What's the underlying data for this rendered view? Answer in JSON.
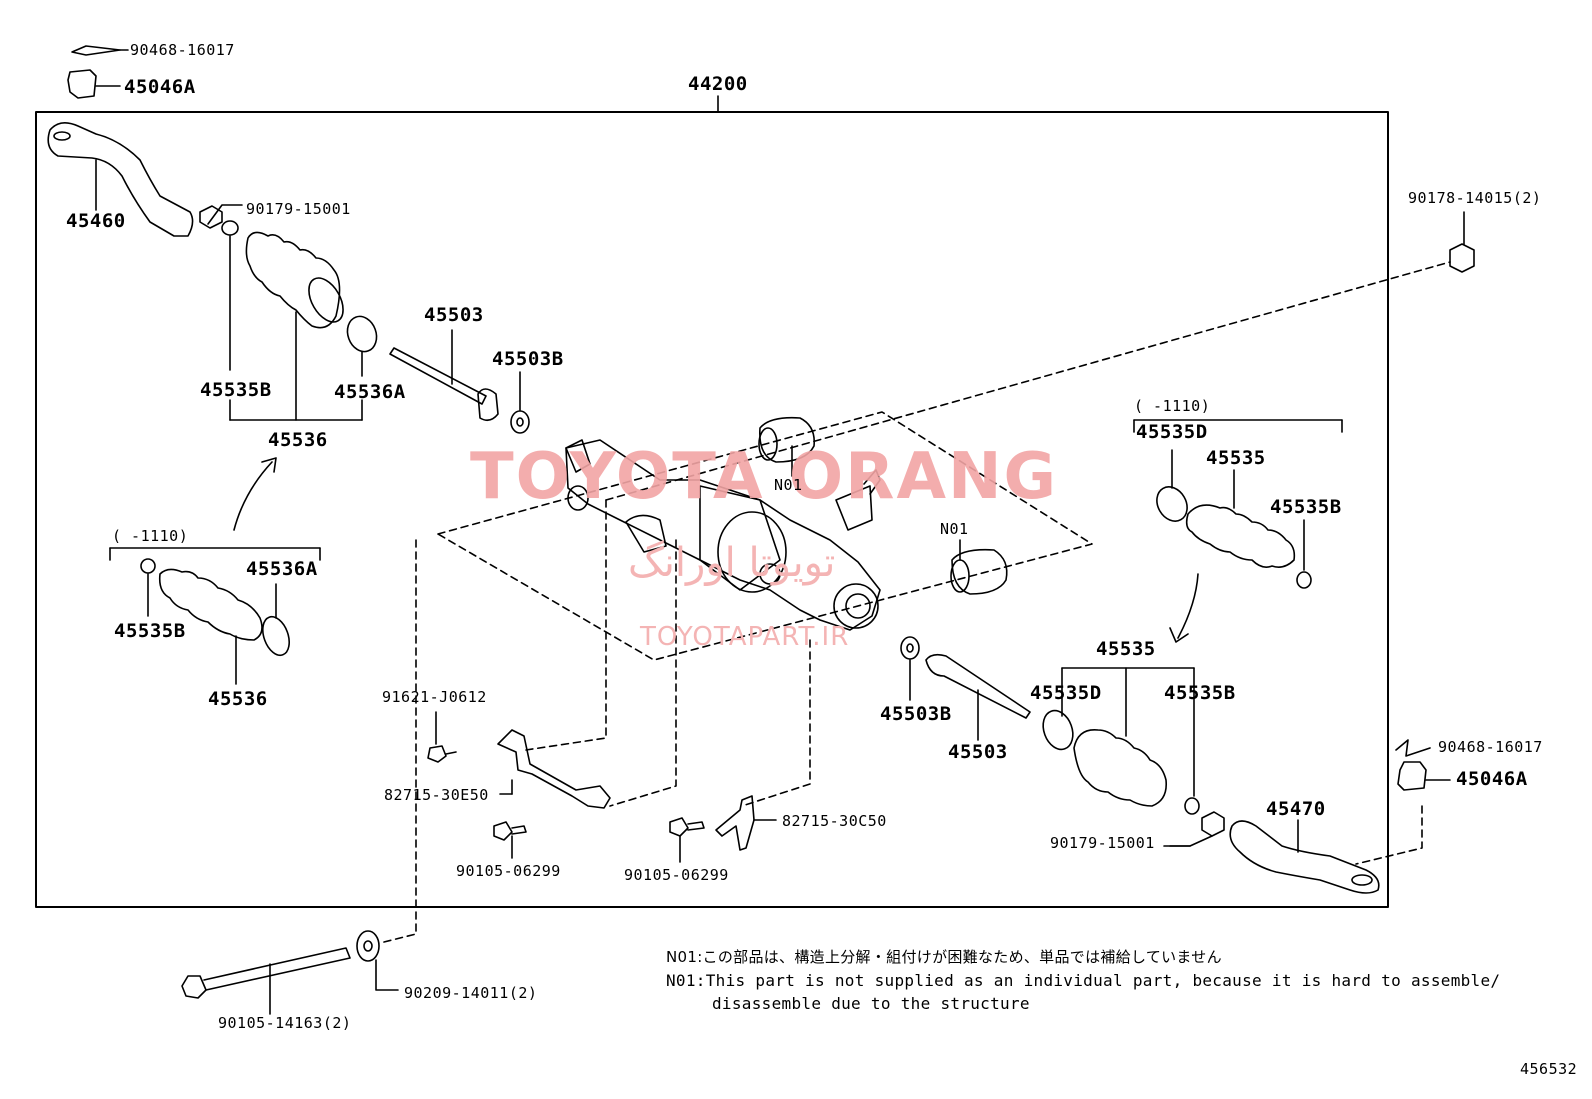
{
  "diagram_id": "456532",
  "assembly_label": "44200",
  "watermark": {
    "brand": "TOYOTA ORANG",
    "persian": "تویوتا اورانگ",
    "url": "TOYOTAPART.IR"
  },
  "ranges": {
    "left_range": "(      -1110)",
    "right_range": "(      -1110)"
  },
  "parts": {
    "p90468_top": "90468-16017",
    "p45046A_top": "45046A",
    "p45460": "45460",
    "p90179_top": "90179-15001",
    "p45535B_l1": "45535B",
    "p45536A_l1": "45536A",
    "p45536_l1": "45536",
    "p45503_l": "45503",
    "p45503B_l": "45503B",
    "pN01_a": "N01",
    "pN01_b": "N01",
    "p45536A_l2": "45536A",
    "p45535B_l2": "45535B",
    "p45536_l2": "45536",
    "p91621": "91621-J0612",
    "p82715_E50": "82715-30E50",
    "p90105_a": "90105-06299",
    "p90105_b": "90105-06299",
    "p82715_C50": "82715-30C50",
    "p90178": "90178-14015(2)",
    "p45535D_r1": "45535D",
    "p45535_r1": "45535",
    "p45535B_r1": "45535B",
    "p45535_r2": "45535",
    "p45535D_r2": "45535D",
    "p45535B_r2": "45535B",
    "p45503B_r": "45503B",
    "p45503_r": "45503",
    "p90179_bot": "90179-15001",
    "p45470": "45470",
    "p90468_bot": "90468-16017",
    "p45046A_bot": "45046A",
    "p90105_long": "90105-14163(2)",
    "p90209": "90209-14011(2)"
  },
  "notes": {
    "jp": "N01:この部品は、構造上分解・組付けが困難なため、単品では補給していません",
    "en1": "N01:This part is not supplied as an individual part, because it is hard to assemble/",
    "en2": "disassemble due to the structure"
  }
}
